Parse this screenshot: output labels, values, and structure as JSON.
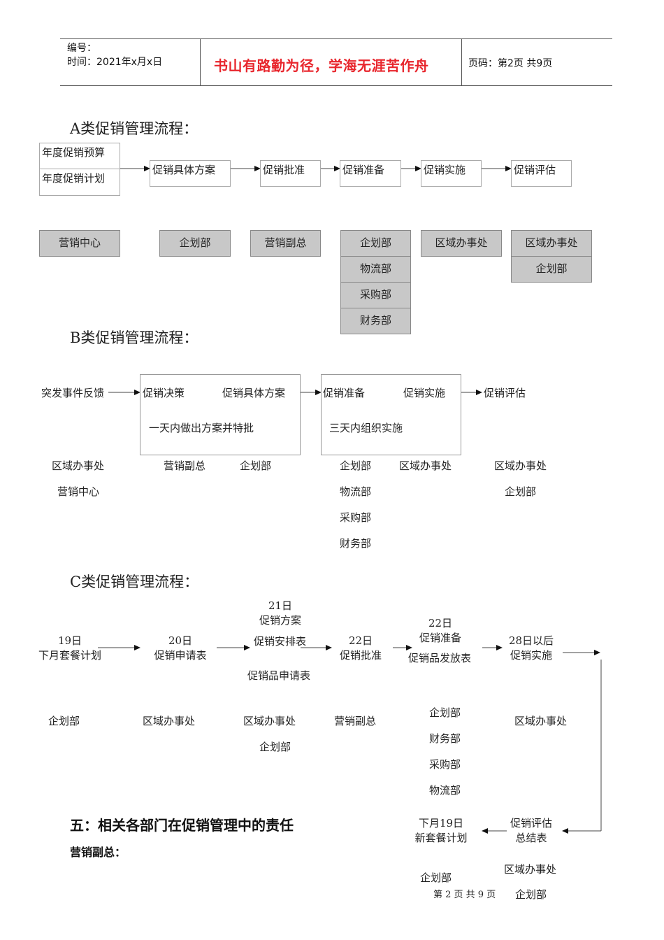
{
  "header": {
    "number_label": "编号：",
    "time_label": "时间：2021年x月x日",
    "motto": "书山有路勤为径，学海无涯苦作舟",
    "page_label": "页码：第2页  共9页"
  },
  "section_a": {
    "title": "A类促销管理流程：",
    "budget": "年度促销预算",
    "plan": "年度促销计划",
    "steps": [
      "促销具体方案",
      "促销批准",
      "促销准备",
      "促销实施",
      "促销评估"
    ],
    "depts": {
      "col1": [
        "营销中心"
      ],
      "col2": [
        "企划部"
      ],
      "col3": [
        "营销副总"
      ],
      "col4": [
        "企划部",
        "物流部",
        "采购部",
        "财务部"
      ],
      "col5": [
        "区域办事处"
      ],
      "col6": [
        "区域办事处",
        "企划部"
      ]
    }
  },
  "section_b": {
    "title": "B类促销管理流程：",
    "steps": [
      "突发事件反馈",
      "促销决策",
      "促销具体方案",
      "促销准备",
      "促销实施",
      "促销评估"
    ],
    "note1": "一天内做出方案并特批",
    "note2": "三天内组织实施",
    "depts": {
      "col1": [
        "区域办事处",
        "营销中心"
      ],
      "col2": [
        "营销副总"
      ],
      "col3": [
        "企划部"
      ],
      "col4": [
        "企划部",
        "物流部",
        "采购部",
        "财务部"
      ],
      "col5": [
        "区域办事处"
      ],
      "col6": [
        "区域办事处",
        "企划部"
      ]
    }
  },
  "section_c": {
    "title": "C类促销管理流程：",
    "s1": [
      "19日",
      "下月套餐计划"
    ],
    "s2": [
      "20日",
      "促销申请表"
    ],
    "s3": [
      "21日",
      "促销方案",
      "促销安排表",
      "促销品申请表"
    ],
    "s4": [
      "22日",
      "促销批准"
    ],
    "s5": [
      "22日",
      "促销准备",
      "促销品发放表"
    ],
    "s6": [
      "28日以后",
      "促销实施"
    ],
    "s7": [
      "促销评估",
      "总结表"
    ],
    "s8": [
      "下月19日",
      "新套餐计划"
    ],
    "depts": {
      "d1": [
        "企划部"
      ],
      "d2": [
        "区域办事处"
      ],
      "d3": [
        "区域办事处",
        "企划部"
      ],
      "d4": [
        "营销副总"
      ],
      "d5": [
        "企划部",
        "财务部",
        "采购部",
        "物流部"
      ],
      "d6": [
        "区域办事处"
      ],
      "d7": [
        "区域办事处",
        "企划部"
      ],
      "d8": [
        "企划部"
      ]
    }
  },
  "section_5": {
    "heading": "五：相关各部门在促销管理中的责任",
    "sub": "营销副总："
  },
  "footer": {
    "page": "第 2 页 共 9 页"
  }
}
